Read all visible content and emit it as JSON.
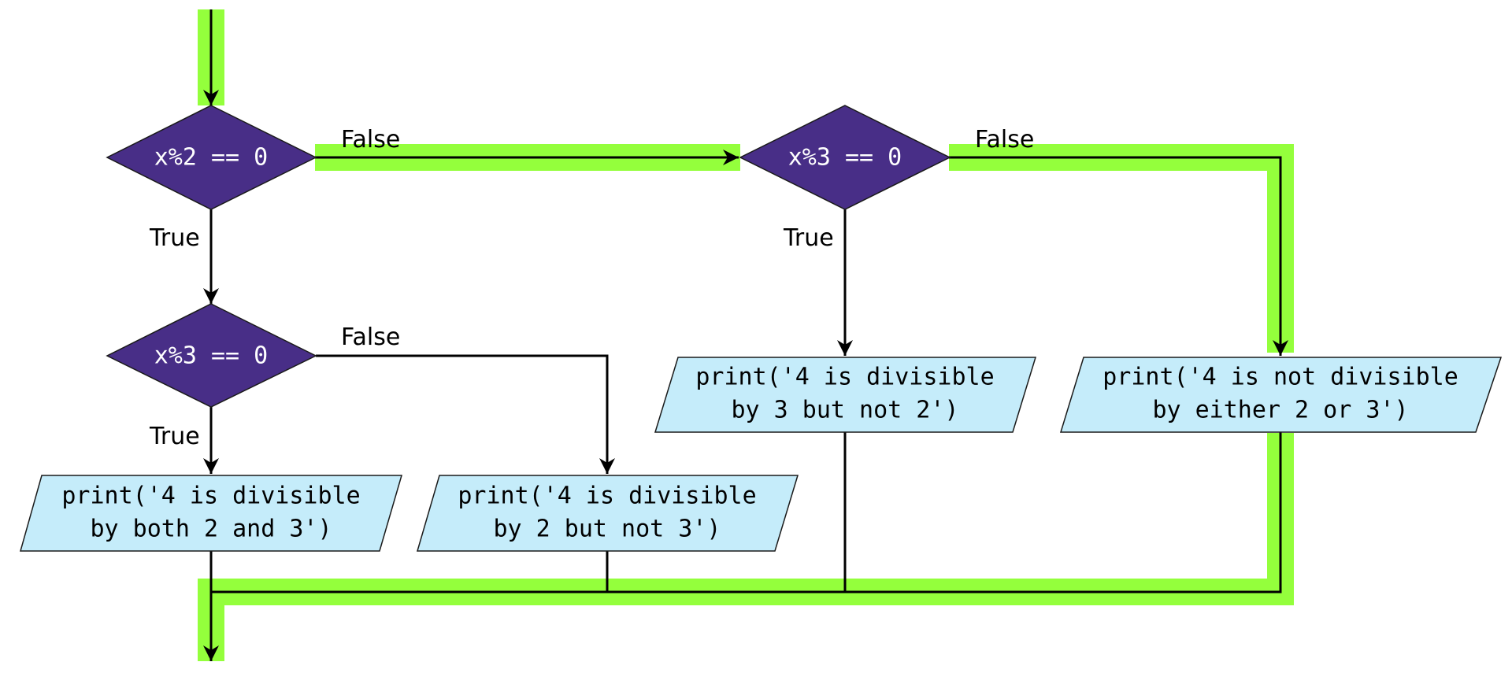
{
  "colors": {
    "decision_fill": "#482e87",
    "io_fill": "#c5ecfa",
    "highlight": "#94ff3c",
    "edge": "#000000"
  },
  "nodes": {
    "d1": {
      "text": "x%2 == 0"
    },
    "d2": {
      "text": "x%3 == 0"
    },
    "d3": {
      "text": "x%3 == 0"
    },
    "p1": {
      "line1": "print('4 is divisible",
      "line2": "by both 2 and 3')"
    },
    "p2": {
      "line1": "print('4 is divisible",
      "line2": "by 2 but not 3')"
    },
    "p3": {
      "line1": "print('4 is divisible",
      "line2": "by 3 but not 2')"
    },
    "p4": {
      "line1": "print('4 is not divisible",
      "line2": "by either 2 or 3')"
    }
  },
  "edges": {
    "d1_true": "True",
    "d1_false": "False",
    "d2_true": "True",
    "d2_false": "False",
    "d3_true": "True",
    "d3_false": "False"
  }
}
